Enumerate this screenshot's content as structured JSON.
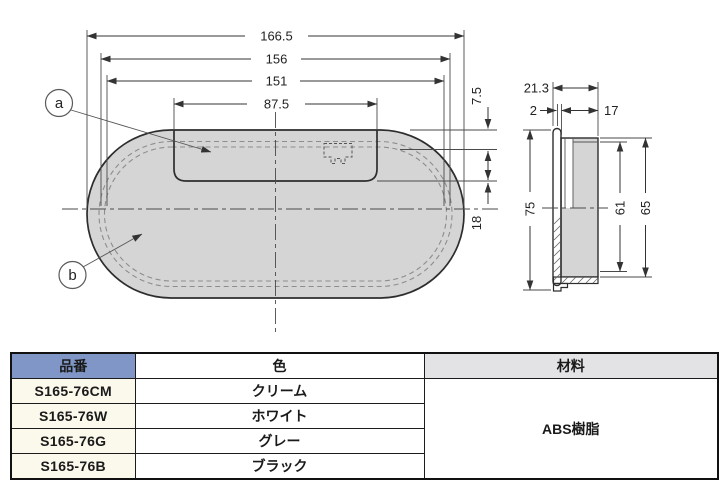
{
  "drawing": {
    "front_view": {
      "dim_total_width": "166.5",
      "dim_body_width": "156",
      "dim_inner_width": "151",
      "dim_recess_width": "87.5",
      "dim_top_inset": "7.5",
      "dim_recess_bottom_inset": "18",
      "label_a": "a",
      "label_b": "b"
    },
    "side_view": {
      "dim_total_depth": "21.3",
      "dim_flange_thickness": "2",
      "dim_body_depth": "17",
      "dim_height": "75",
      "dim_inner_height": "61",
      "dim_outer_height": "65"
    }
  },
  "table": {
    "headers": [
      {
        "label": "品番"
      },
      {
        "label": "色"
      },
      {
        "label": "材料"
      }
    ],
    "rows": [
      {
        "part_no": "S165-76CM",
        "color": "クリーム"
      },
      {
        "part_no": "S165-76W",
        "color": "ホワイト"
      },
      {
        "part_no": "S165-76G",
        "color": "グレー"
      },
      {
        "part_no": "S165-76B",
        "color": "ブラック"
      }
    ],
    "material": "ABS樹脂"
  },
  "colors": {
    "part_fill": "#d5d5d5",
    "line_dark": "#2d2d2d",
    "header_blue": "#8096c6",
    "part_no_cell_bg": "#fbf8ec",
    "material_header_bg": "#e3e3e6"
  }
}
